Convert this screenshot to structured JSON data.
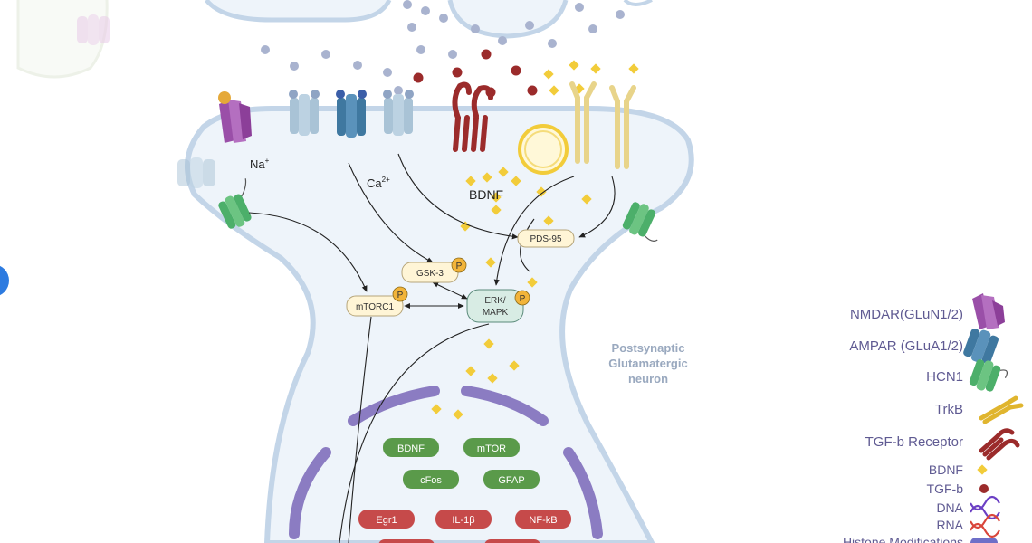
{
  "labels": {
    "na": "Na",
    "na_sup": "+",
    "ca": "Ca",
    "ca_sup": "2+",
    "bdnf": "BDNF",
    "neuron_line1": "Postsynaptic",
    "neuron_line2": "Glutamatergic",
    "neuron_line3": "neuron",
    "phospho": "P"
  },
  "nodes": {
    "pds95": "PDS-95",
    "gsk3": "GSK-3",
    "mtorc1": "mTORC1",
    "erk_line1": "ERK/",
    "erk_line2": "MAPK"
  },
  "genes": {
    "row1": [
      "BDNF",
      "mTOR"
    ],
    "row2": [
      "cFos",
      "GFAP"
    ],
    "row3": [
      "Egr1",
      "IL-1β",
      "NF-kB"
    ]
  },
  "legend": {
    "nmdar": "NMDAR(GLuN1/2)",
    "ampar": "AMPAR (GLuA1/2)",
    "hcn1": "HCN1",
    "trkb": "TrkB",
    "tgfb_receptor": "TGF-b Receptor",
    "bdnf": "BDNF",
    "tgfb": "TGF-b",
    "dna": "DNA",
    "rna": "RNA",
    "histone": "Histone Modifications"
  },
  "colors": {
    "membrane_fill": "#eef4fa",
    "membrane_stroke": "#c3d5e8",
    "nmdar": "#9a4fa8",
    "ampar": "#4e86ad",
    "hcn1": "#4caf6a",
    "trkb": "#e8c24a",
    "tgfb": "#9b2b2b",
    "bdnf_particle": "#f2cc3a",
    "glutamate": "#a9b3cf",
    "gene_green": "#5a9a4a",
    "gene_red": "#c64a4a",
    "nuclear_envelope": "#8b7cc2",
    "legend_text": "#5f5a92",
    "dna": "#6b3fc4",
    "rna": "#d9453a",
    "histone": "#6e6fc8"
  }
}
